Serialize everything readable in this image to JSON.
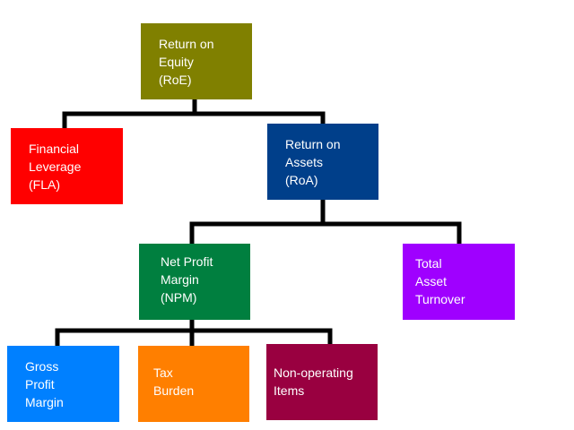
{
  "nodes": {
    "roe": {
      "label": "Return on\nEquity\n(RoE)",
      "color": "#808000"
    },
    "fla": {
      "label": "Financial\nLeverage\n(FLA)",
      "color": "#ff0000"
    },
    "roa": {
      "label": "Return on\nAssets\n(RoA)",
      "color": "#003f8a"
    },
    "npm": {
      "label": "Net Profit\nMargin\n(NPM)",
      "color": "#007f3f"
    },
    "tat": {
      "label": "Total\nAsset\nTurnover",
      "color": "#9f00ff"
    },
    "gpm": {
      "label": "Gross\nProfit\nMargin",
      "color": "#0080ff"
    },
    "tax": {
      "label": "Tax\nBurden",
      "color": "#ff7f00"
    },
    "noi": {
      "label": "Non-operating\nItems",
      "color": "#990040"
    }
  },
  "connector_color": "#000000"
}
